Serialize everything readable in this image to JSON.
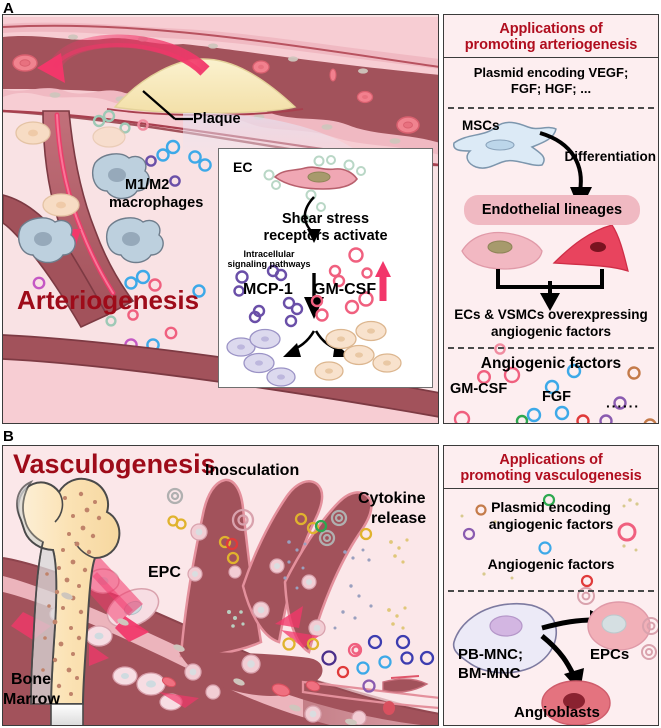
{
  "figure": {
    "panels": [
      {
        "letter": "A"
      },
      {
        "letter": "B"
      }
    ]
  },
  "panelA": {
    "letter": "A",
    "title": "Arteriogenesis",
    "labels": {
      "plaque": "Plaque",
      "macrophages_line1": "M1/M2",
      "macrophages_line2": "macrophages"
    },
    "inner_box": {
      "ec": "EC",
      "shear_line1": "Shear stress",
      "shear_line2": "receptors activate",
      "intracellular_line1": "Intracellular",
      "intracellular_line2": "signaling pathways",
      "mcp1": "MCP-1",
      "gmcsf": "GM-CSF"
    }
  },
  "panelA_right": {
    "title_line1": "Applications of",
    "title_line2": "promoting arteriogenesis",
    "plasmid_line1": "Plasmid encoding VEGF;",
    "plasmid_line2": "FGF; HGF; ...",
    "msc_label": "MSCs",
    "differentiation_label": "Differentiation",
    "endothelial_pill": "Endothelial lineages",
    "overexpress_line1": "ECs & VSMCs overexpressing",
    "overexpress_line2": "angiogenic factors",
    "angiogenic_heading": "Angiogenic factors",
    "factor_gmcsf": "GM-CSF",
    "factor_fgf": "FGF",
    "factor_ellipsis": "······"
  },
  "panelB": {
    "letter": "B",
    "title": "Vasculogenesis",
    "labels": {
      "inosculation": "Inosculation",
      "cytokine_line1": "Cytokine",
      "cytokine_line2": "release",
      "epc": "EPC",
      "bone_line1": "Bone",
      "bone_line2": "Marrow"
    }
  },
  "panelB_right": {
    "title_line1": "Applications of",
    "title_line2": "promoting vasculogenesis",
    "plasmid_line1": "Plasmid encoding",
    "plasmid_line2": "angiogenic factors",
    "angiogenic_factors": "Angiogenic factors",
    "mnc_line1": "PB-MNC;",
    "mnc_line2": "BM-MNC",
    "epcs": "EPCs",
    "angioblasts": "Angioblasts"
  },
  "colors": {
    "title_red": "#9e0b19",
    "heading_red": "#b00d1e",
    "vessel_dark": "#a2525b",
    "vessel_wall": "#f0b9c2",
    "background_pink": "#f9e2e4",
    "panel_pink": "#fdeef0",
    "plaque_yellow": "#f7e9bc",
    "marrow_yellow": "#fae0b4",
    "arrow_pink": "#f2376a",
    "border_gray": "#3b3b3b",
    "msc_blue": "#dceaf6",
    "vsmc_red": "#e8445e"
  }
}
